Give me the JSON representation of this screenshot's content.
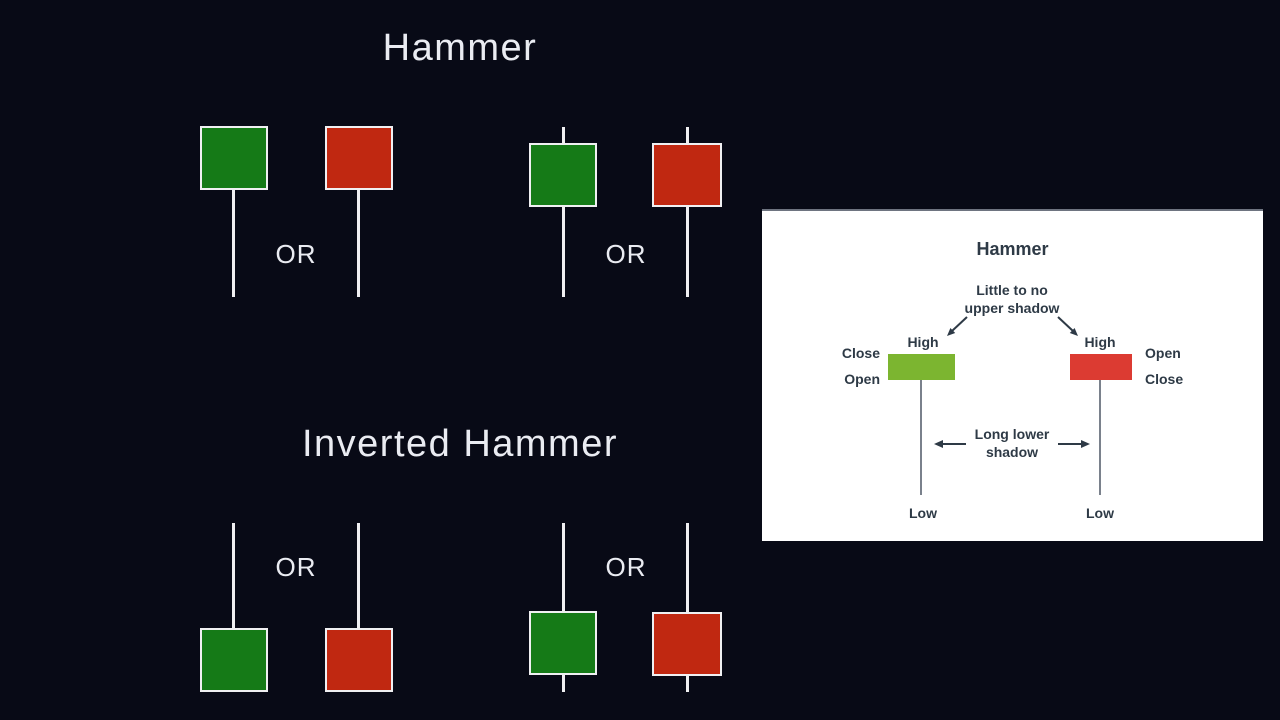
{
  "labels": {
    "or": "OR"
  },
  "sections": {
    "hammer": {
      "title": "Hammer"
    },
    "inverted_hammer": {
      "title": "Inverted Hammer"
    }
  },
  "panel": {
    "title": "Hammer",
    "upper_annotation": {
      "line1": "Little to no",
      "line2": "upper shadow"
    },
    "lower_annotation": {
      "line1": "Long lower",
      "line2": "shadow"
    },
    "bullish_candle": {
      "high": "High",
      "low": "Low",
      "close": "Close",
      "open": "Open"
    },
    "bearish_candle": {
      "high": "High",
      "low": "Low",
      "open": "Open",
      "close": "Close"
    }
  },
  "colors": {
    "background": "#080a16",
    "title_text": "#eaecf2",
    "bullish_dark": "#157a17",
    "bearish_dark": "#c02811",
    "candle_outline": "#f0f0f2",
    "wick_dark": "#f0f0f2",
    "panel_background": "#ffffff",
    "panel_text": "#2e3a46",
    "panel_bullish": "#7cb530",
    "panel_bearish": "#dc3b32",
    "panel_wick": "#7a818c"
  }
}
